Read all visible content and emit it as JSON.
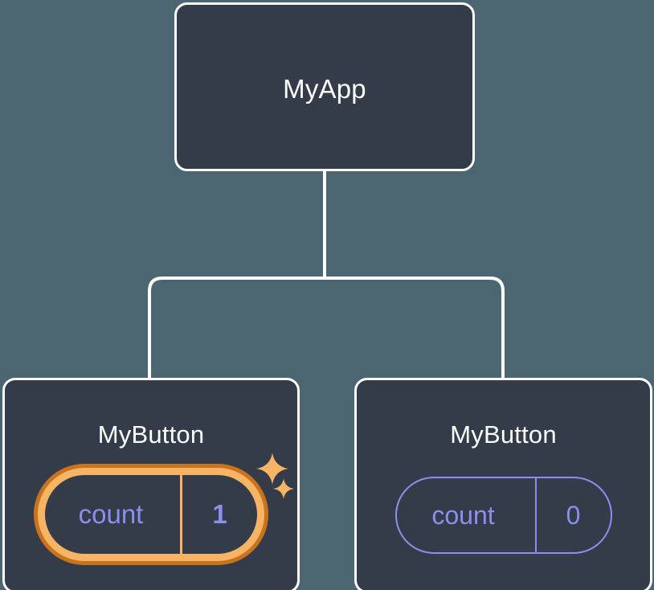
{
  "canvas": {
    "background_color": "#4c6671",
    "card_fill_color": "#343b49",
    "card_border_color": "#ffffff",
    "connector_color": "#ffffff",
    "accent_color": "#8b8fee",
    "highlight_outer_color": "#c9731c",
    "highlight_inner_color": "#f6b464"
  },
  "tree": {
    "root": {
      "title": "MyApp"
    },
    "children": [
      {
        "title": "MyButton",
        "state": {
          "key": "count",
          "value": "1"
        },
        "highlighted": true,
        "sparkles": [
          "sparkle-large-icon",
          "sparkle-small-icon"
        ]
      },
      {
        "title": "MyButton",
        "state": {
          "key": "count",
          "value": "0"
        },
        "highlighted": false
      }
    ]
  }
}
